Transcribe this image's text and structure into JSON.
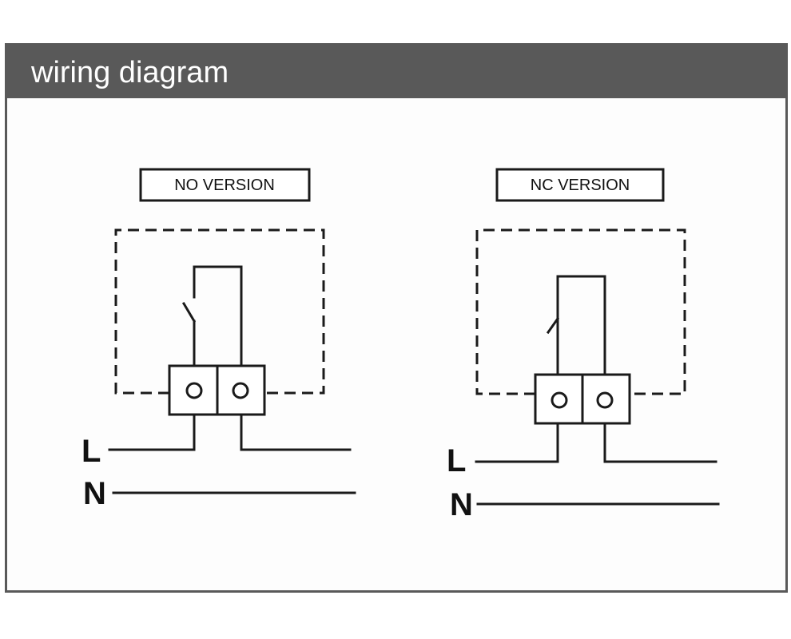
{
  "header": {
    "title": "wiring diagram"
  },
  "diagrams": [
    {
      "label": "NO VERSION",
      "contact": "normally-open",
      "terminals": {
        "live": "L",
        "neutral": "N"
      }
    },
    {
      "label": "NC VERSION",
      "contact": "normally-closed",
      "terminals": {
        "live": "L",
        "neutral": "N"
      }
    }
  ],
  "colors": {
    "header_bg": "#595959",
    "header_text": "#ffffff",
    "line": "#1a1a1a"
  }
}
